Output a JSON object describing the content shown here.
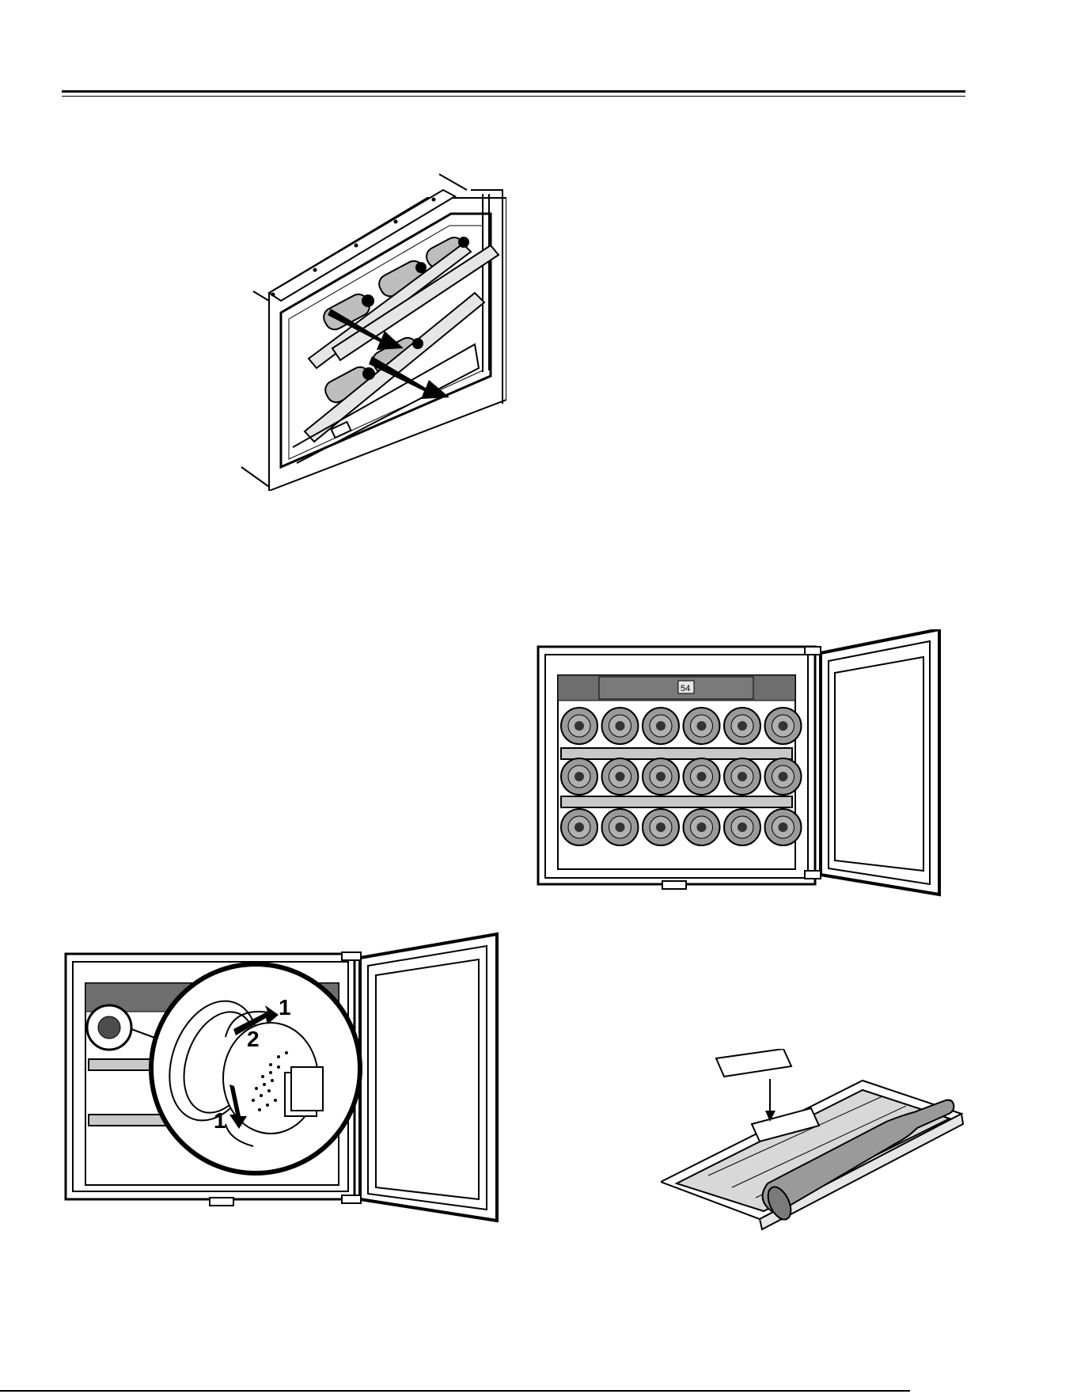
{
  "page": {
    "header_rule": "double",
    "footer_rule": "single"
  },
  "figures": {
    "drawer_pullout": {
      "icon": "drawer-pull-arrows-illustration"
    },
    "cabinet_full": {
      "icon": "wine-cabinet-open-door-illustration",
      "display_value": "54",
      "bottle_rows": 3,
      "bottles_per_row": 6
    },
    "filter_change": {
      "icon": "carbon-filter-rotate-illustration",
      "step_labels": [
        "1",
        "2",
        "1"
      ]
    },
    "shelf_label": {
      "icon": "shelf-label-insert-illustration"
    }
  },
  "colors": {
    "ink": "#000000",
    "bottle_fill": "#9a9a9a",
    "panel_fill": "#6e6e6e",
    "shelf_fill": "#c8c8c8"
  }
}
